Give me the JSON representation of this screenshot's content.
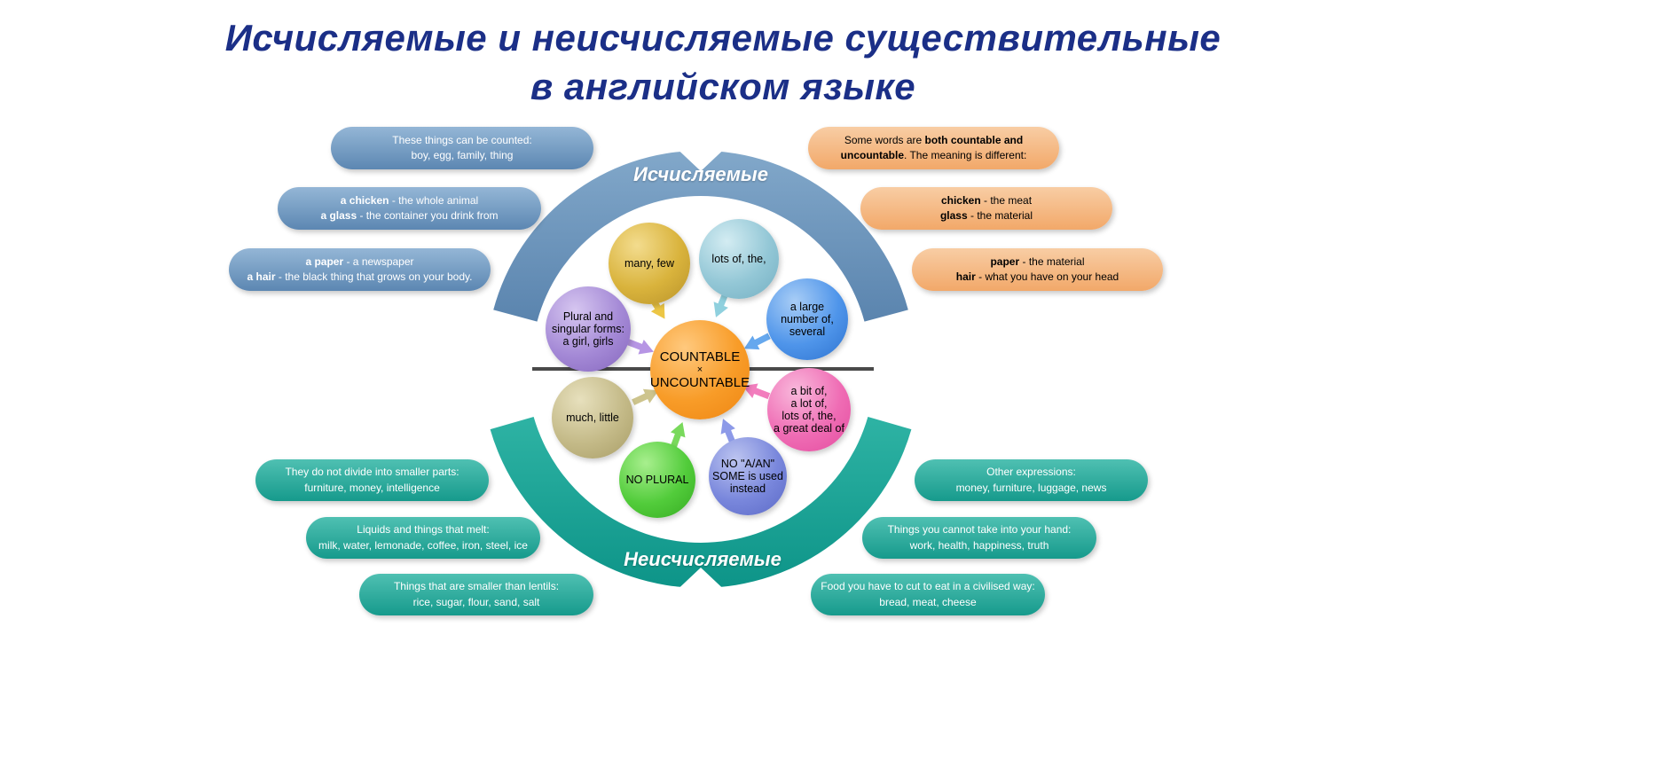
{
  "title": {
    "line1": "Исчисляемые и неисчисляемые существительные",
    "line2": "в английском языке"
  },
  "colors": {
    "title": "#1b2f87",
    "countable_arc": "#6590ba",
    "uncountable_arc": "#14a393",
    "countable_note": "#6f98c2",
    "uncountable_note": "#2aab9d",
    "both_note": "#f5b986",
    "center_circle": "#f89c28"
  },
  "arcs": {
    "countable_label": "Исчисляемые",
    "uncountable_label": "Неисчисляемые"
  },
  "center_bubble": {
    "top": "COUNTABLE",
    "middle": "×",
    "bottom": "UNCOUNTABLE"
  },
  "bubbles": [
    {
      "id": "many-few",
      "text": "many, few"
    },
    {
      "id": "lots-of-the",
      "text": "lots of, the,"
    },
    {
      "id": "a-large-number",
      "text": "a large\nnumber of,\nseveral"
    },
    {
      "id": "plural-singular",
      "text": "Plural and\nsingular forms:\na girl, girls"
    },
    {
      "id": "much-little",
      "text": "much, little"
    },
    {
      "id": "a-bit-of",
      "text": "a bit of,\na lot of,\nlots of, the,\na great deal of"
    },
    {
      "id": "no-plural",
      "text": "NO PLURAL"
    },
    {
      "id": "no-a-an",
      "text": "NO \"A/AN\"\nSOME is used\ninstead"
    }
  ],
  "notes": {
    "countable_left": [
      {
        "line1": "These things can be counted:",
        "line2": "boy, egg, family, thing"
      },
      {
        "bold1": "a chicken",
        "rest1": " - the whole animal",
        "bold2": "a glass",
        "rest2": " - the container you drink from"
      },
      {
        "bold1": "a paper",
        "rest1": " -  a newspaper",
        "bold2": "a hair",
        "rest2": " - the black thing that grows on your body."
      }
    ],
    "both_right": [
      {
        "pre": "Some words are ",
        "bold1": "both countable and",
        "bold2": "uncountable",
        "rest2": ". The meaning is different:"
      },
      {
        "bold1": "chicken",
        "rest1": " - the meat",
        "bold2": "glass",
        "rest2": " - the material"
      },
      {
        "bold1": "paper",
        "rest1": " - the material",
        "bold2": "hair",
        "rest2": " - what you have on your head"
      }
    ],
    "uncountable_left": [
      {
        "line1": "They do not divide into smaller parts:",
        "line2": "furniture, money, intelligence"
      },
      {
        "line1": "Liquids and things that melt:",
        "line2": "milk, water, lemonade, coffee, iron, steel, ice"
      },
      {
        "line1": "Things that are smaller than lentils:",
        "line2": "rice, sugar, flour, sand, salt"
      }
    ],
    "uncountable_right": [
      {
        "line1": "Other expressions:",
        "line2": "money, furniture, luggage, news"
      },
      {
        "line1": "Things you cannot take into your hand:",
        "line2": "work, health, happiness, truth"
      },
      {
        "line1": "Food you have to cut to eat in a civilised way:",
        "line2": "bread, meat, cheese"
      }
    ]
  }
}
